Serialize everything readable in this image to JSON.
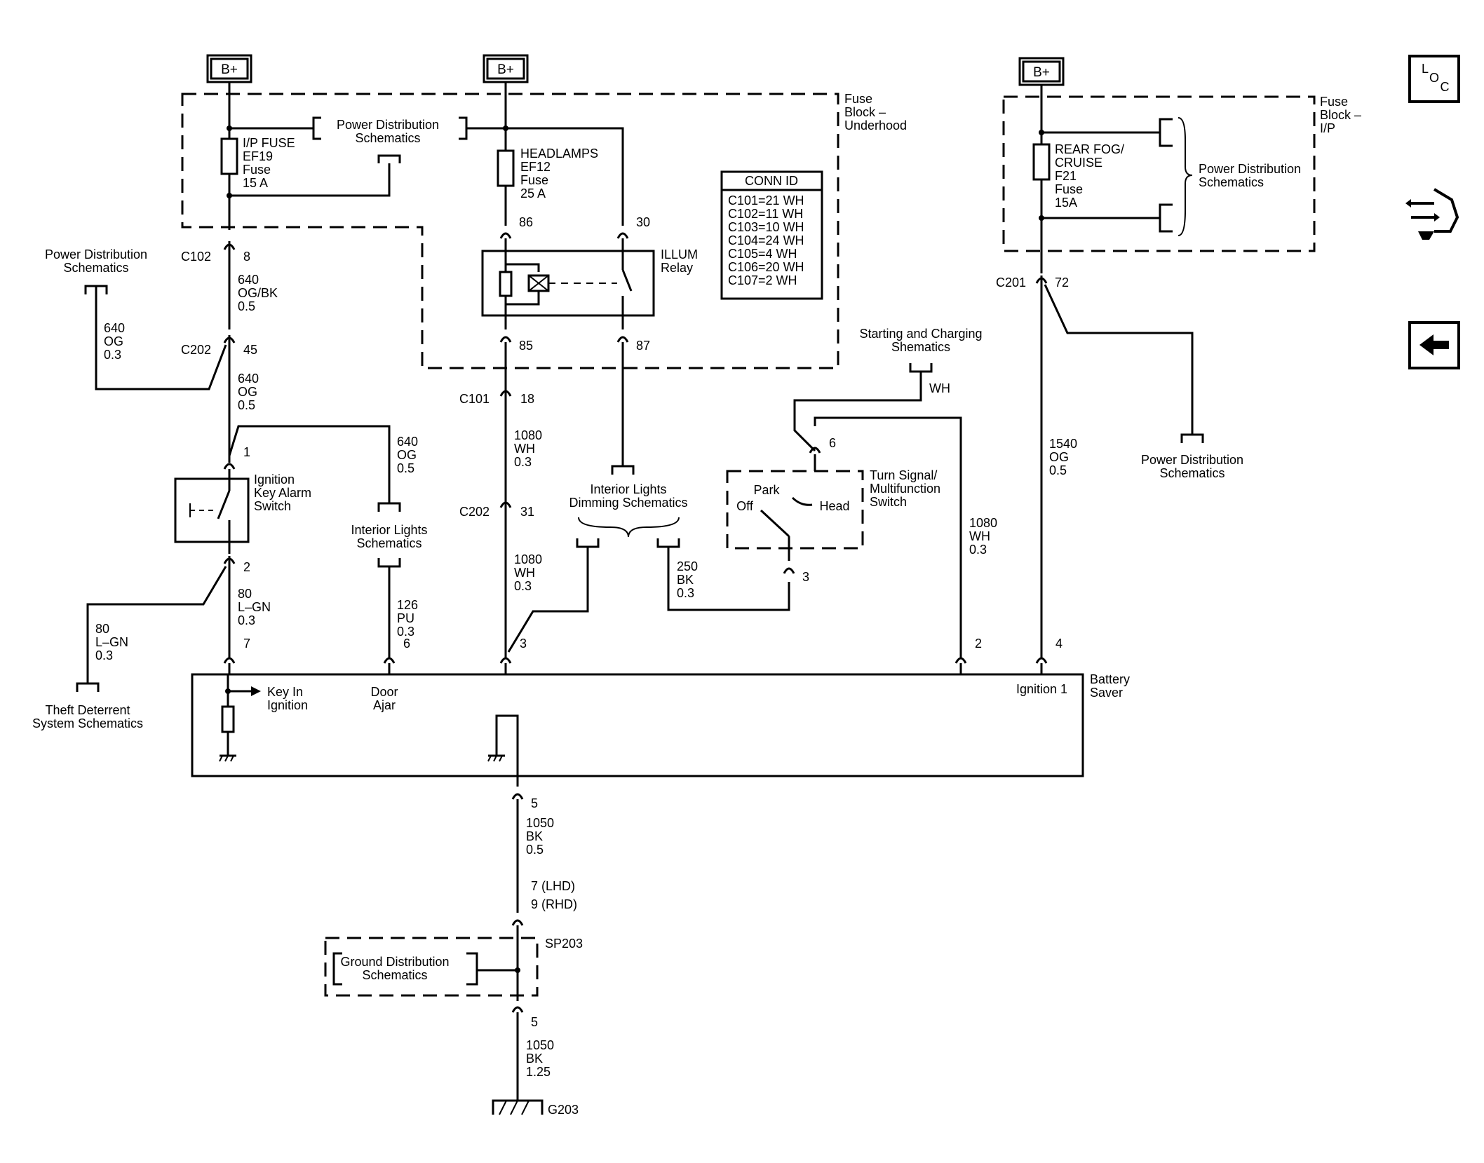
{
  "supply": {
    "bplus": "B+"
  },
  "fuse_block_underhood": [
    "Fuse",
    "Block –",
    "Underhood"
  ],
  "fuse_block_ip": [
    "Fuse",
    "Block –",
    "I/P"
  ],
  "power_distribution": [
    "Power Distribution",
    "Schematics"
  ],
  "ip_fuse": [
    "I/P FUSE",
    "EF19",
    "Fuse",
    "15 A"
  ],
  "headlamps_fuse": [
    "HEADLAMPS",
    "EF12",
    "Fuse",
    "25 A"
  ],
  "rear_fog_fuse": [
    "REAR FOG/",
    "CRUISE",
    "F21",
    "Fuse",
    "15A"
  ],
  "conn_id": {
    "title": "CONN ID",
    "rows": [
      "C101=21 WH",
      "C102=11 WH",
      "C103=10 WH",
      "C104=24 WH",
      "C105=4 WH",
      "C106=20 WH",
      "C107=2 WH"
    ]
  },
  "relay": {
    "name": [
      "ILLUM",
      "Relay"
    ],
    "pins": [
      "86",
      "30",
      "85",
      "87"
    ]
  },
  "connectors": {
    "c102": "C102",
    "c202": "C202",
    "c101": "C101",
    "c201": "C201",
    "c102_pin": "8",
    "c202_pin_a": "45",
    "c101_pin": "18",
    "c202_pin_b": "31",
    "c201_pin": "72"
  },
  "wires": {
    "w640_ogbk": [
      "640",
      "OG/BK",
      "0.5"
    ],
    "w640_og_a": [
      "640",
      "OG",
      "0.3"
    ],
    "w640_og_b": [
      "640",
      "OG",
      "0.5"
    ],
    "w640_og_c": [
      "640",
      "OG",
      "0.5"
    ],
    "w80_lgn_a": [
      "80",
      "L–GN",
      "0.3"
    ],
    "w80_lgn_b": [
      "80",
      "L–GN",
      "0.3"
    ],
    "w126_pu": [
      "126",
      "PU",
      "0.3"
    ],
    "w1080_wh_a": [
      "1080",
      "WH",
      "0.3"
    ],
    "w1080_wh_b": [
      "1080",
      "WH",
      "0.3"
    ],
    "w250_bk": [
      "250",
      "BK",
      "0.3"
    ],
    "w1080_wh_c": [
      "1080",
      "WH",
      "0.3"
    ],
    "w1540_og": [
      "1540",
      "OG",
      "0.5"
    ],
    "w1050_bk_a": [
      "1050",
      "BK",
      "0.5"
    ],
    "w1050_bk_b": [
      "1050",
      "BK",
      "1.25"
    ],
    "wh": "WH"
  },
  "ignition_key_alarm": {
    "label": [
      "Ignition",
      "Key Alarm",
      "Switch"
    ],
    "pins": [
      "1",
      "2"
    ]
  },
  "interior_lights": [
    "Interior Lights",
    "Schematics"
  ],
  "interior_dimming": [
    "Interior Lights",
    "Dimming Schematics"
  ],
  "starting_charging": [
    "Starting and Charging",
    "Shematics"
  ],
  "turn_signal": {
    "label": [
      "Turn Signal/",
      "Multifunction",
      "Switch"
    ],
    "park": "Park",
    "off": "Off",
    "head": "Head",
    "pins": [
      "6",
      "3"
    ]
  },
  "theft_deterrent": [
    "Theft Deterrent",
    "System Schematics"
  ],
  "battery_saver": {
    "name": [
      "Battery",
      "Saver"
    ],
    "ignition1": "Ignition 1",
    "key_in": [
      "Key In",
      "Ignition"
    ],
    "door_ajar": [
      "Door",
      "Ajar"
    ],
    "pins_top": [
      "7",
      "6",
      "3",
      "2",
      "4"
    ],
    "pin_bottom": "5"
  },
  "ground": {
    "pins_lhd_rhd": [
      "7 (LHD)",
      "9 (RHD)"
    ],
    "splice": "SP203",
    "distribution": [
      "Ground Distribution",
      "Schematics"
    ],
    "pin": "5",
    "point": "G203"
  },
  "nav": {
    "loc_letters": [
      "L",
      "O",
      "C"
    ]
  }
}
